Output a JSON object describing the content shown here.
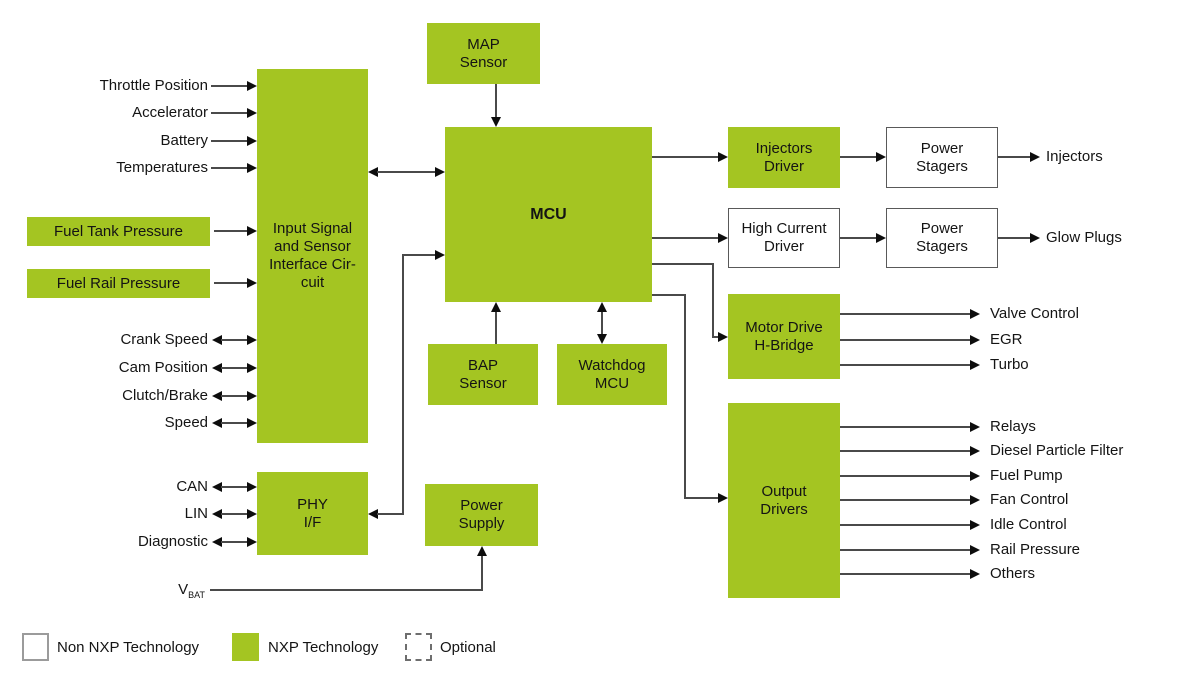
{
  "colors": {
    "background": "#ffffff",
    "nxp_green": "#a4c522",
    "line": "#4a4a4a",
    "arrow": "#0d0d0d",
    "text": "#141414",
    "white_block_border": "#595959",
    "legend_box_border": "#9b9b9b",
    "optional_border": "#6e6e6e"
  },
  "blocks": {
    "map_sensor": {
      "label": "MAP\nSensor"
    },
    "input_signal": {
      "label": "Input Signal\nand Sensor\nInterface Cir-\ncuit"
    },
    "mcu": {
      "label": "MCU"
    },
    "fuel_tank": {
      "label": "Fuel Tank Pressure"
    },
    "fuel_rail": {
      "label": "Fuel Rail Pressure"
    },
    "bap_sensor": {
      "label": "BAP\nSensor"
    },
    "watchdog_mcu": {
      "label": "Watchdog\nMCU"
    },
    "phy_if": {
      "label": "PHY\nI/F"
    },
    "power_supply": {
      "label": "Power\nSupply"
    },
    "injectors_driver": {
      "label": "Injectors\nDriver"
    },
    "power_stagers_1": {
      "label": "Power\nStagers"
    },
    "high_current_driver": {
      "label": "High Current\nDriver"
    },
    "power_stagers_2": {
      "label": "Power\nStagers"
    },
    "motor_drive": {
      "label": "Motor Drive\nH-Bridge"
    },
    "output_drivers": {
      "label": "Output\nDrivers"
    }
  },
  "left_single_inputs": [
    "Throttle Position",
    "Accelerator",
    "Battery",
    "Temperatures"
  ],
  "left_bidir_signals": [
    "Crank Speed",
    "Cam Position",
    "Clutch/Brake",
    "Speed"
  ],
  "phy_signals": [
    "CAN",
    "LIN",
    "Diagnostic"
  ],
  "vbat_label": {
    "base": "V",
    "sub": "BAT"
  },
  "stage_outputs": {
    "injectors": "Injectors",
    "glow_plugs": "Glow Plugs"
  },
  "motor_drive_outputs": [
    "Valve Control",
    "EGR",
    "Turbo"
  ],
  "output_driver_outputs": [
    "Relays",
    "Diesel Particle Filter",
    "Fuel Pump",
    "Fan Control",
    "Idle Control",
    "Rail Pressure",
    "Others"
  ],
  "legend": {
    "non_nxp": "Non NXP Technology",
    "nxp": "NXP Technology",
    "optional": "Optional"
  }
}
